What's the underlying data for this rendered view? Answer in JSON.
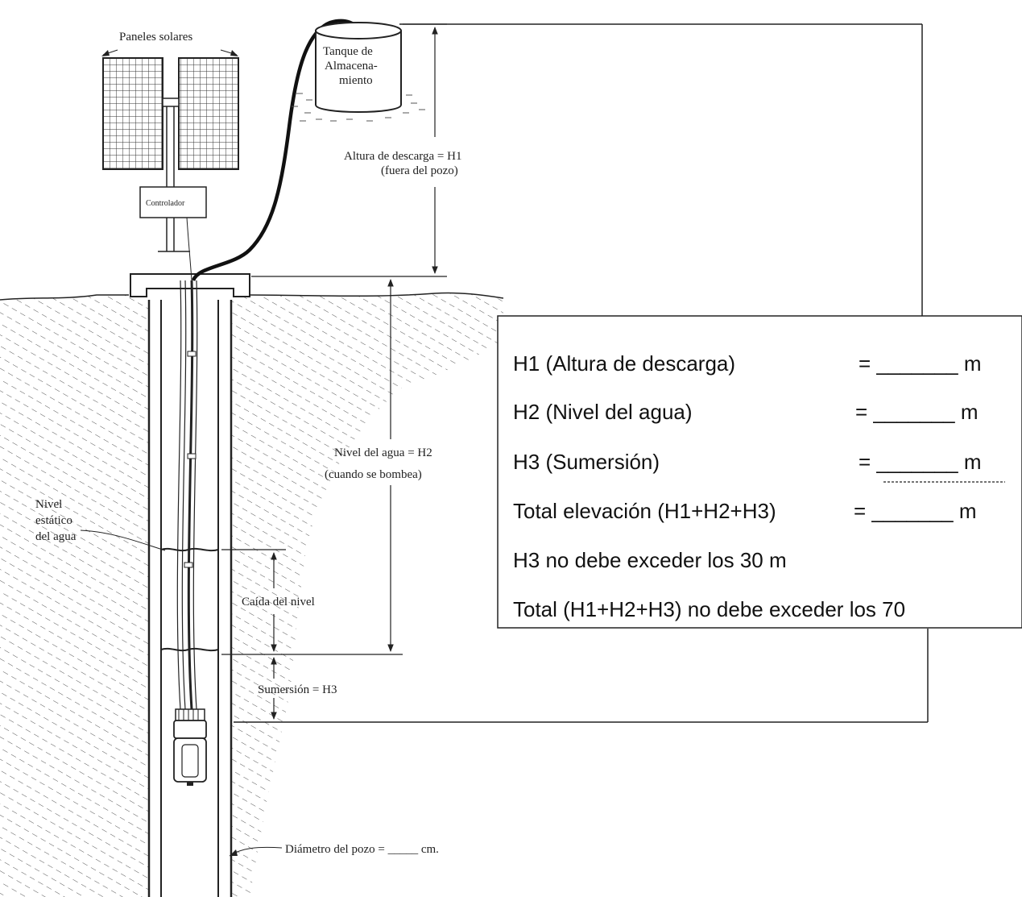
{
  "labels": {
    "solar_panels": "Paneles solares",
    "tank_line1": "Tanque de",
    "tank_line2": "Almacena-",
    "tank_line3": "miento",
    "discharge_line1": "Altura de descarga = H1",
    "discharge_line2": "(fuera del pozo)",
    "controller": "Controlador",
    "water_level_line1": "Nivel del agua = H2",
    "water_level_line2": "(cuando se bombea)",
    "static_line1": "Nivel",
    "static_line2": "estático",
    "static_line3": "del agua",
    "drawdown": "Caída del nivel",
    "submersion": "Sumersión = H3",
    "diameter": "Diámetro del pozo = _____ cm."
  },
  "table": {
    "h1_label": "H1 (Altura de descarga)",
    "h1_value": "= _______ m",
    "h2_label": "H2 (Nivel del agua)",
    "h2_value": "= _______ m",
    "h3_label": "H3 (Sumersión)",
    "h3_value": "= _______ m",
    "total_label": "Total elevación (H1+H2+H3)",
    "total_value": "= _______ m",
    "note1": "H3 no debe exceder los 30 m",
    "note2": "Total (H1+H2+H3) no debe exceder los 70"
  }
}
